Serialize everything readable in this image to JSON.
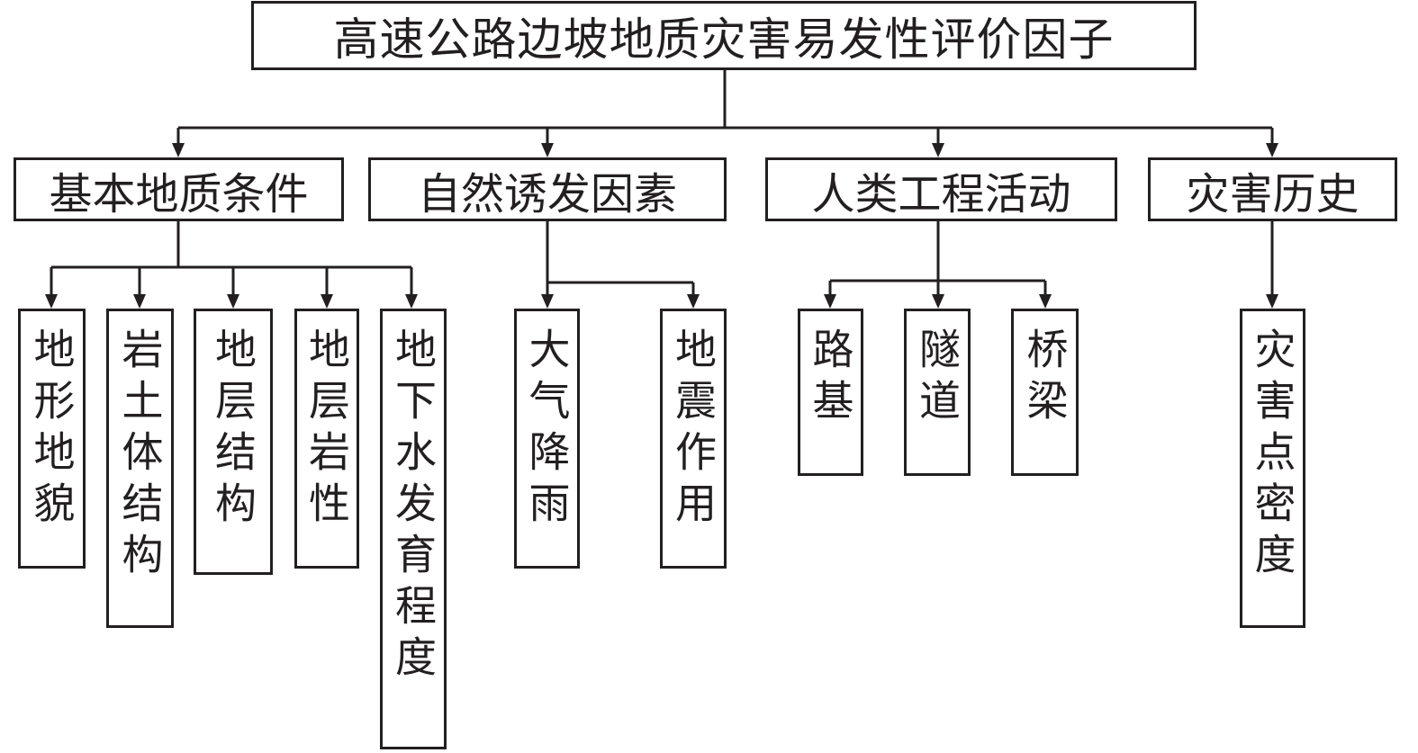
{
  "diagram": {
    "title": "高速公路边坡地质灾害易发性评价因子",
    "root": {
      "label": "高速公路边坡地质灾害易发性评价因子"
    },
    "categories": [
      {
        "label": "基本地质条件",
        "children": [
          "地形地貌",
          "岩土体结构",
          "地层结构",
          "地层岩性",
          "地下水发育程度"
        ]
      },
      {
        "label": "自然诱发因素",
        "children": [
          "大气降雨",
          "地震作用"
        ]
      },
      {
        "label": "人类工程活动",
        "children": [
          "路基",
          "隧道",
          "桥梁"
        ]
      },
      {
        "label": "灾害历史",
        "children": [
          "灾害点密度"
        ]
      }
    ],
    "colors": {
      "line": "#231f20",
      "background": "#ffffff"
    }
  }
}
